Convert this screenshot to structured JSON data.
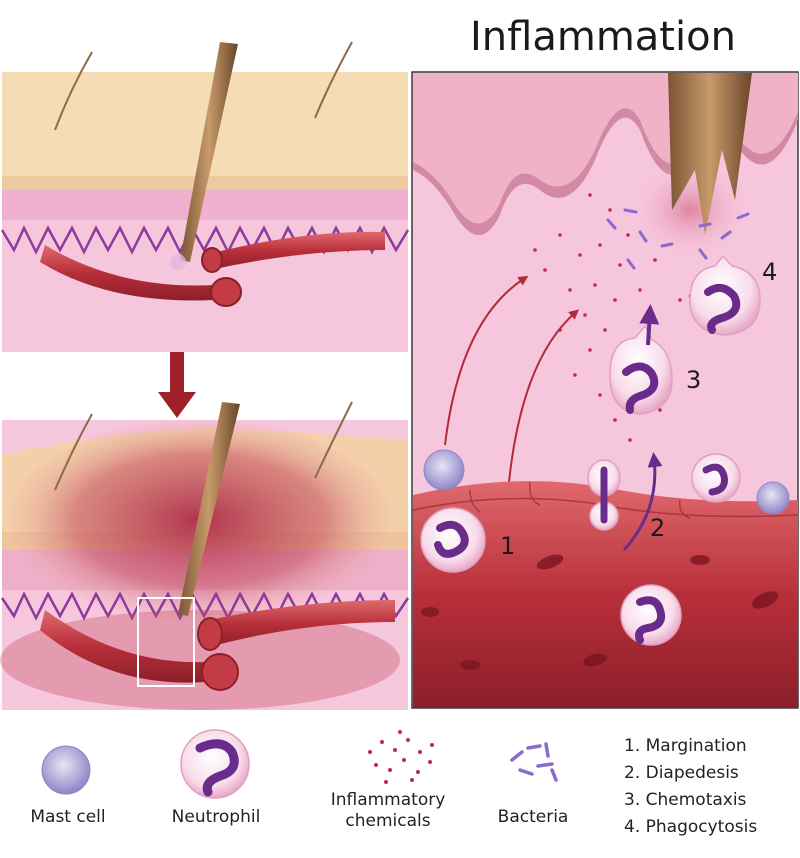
{
  "title": "Inflammation",
  "steps": {
    "n1": "1",
    "n2": "2",
    "n3": "3",
    "n4": "4"
  },
  "legend": {
    "mast_cell": "Mast cell",
    "neutrophil": "Neutrophil",
    "chemicals_line1": "Inflammatory",
    "chemicals_line2": "chemicals",
    "bacteria": "Bacteria",
    "list": [
      "1. Margination",
      "2. Diapedesis",
      "3. Chemotaxis",
      "4. Phagocytosis"
    ]
  },
  "colors": {
    "skin": "#f6dcb4",
    "dermis": "#f5c6dc",
    "vessel": "#c23b45",
    "inflamed": "#b8284a",
    "neutrophil_body": "#fbe6f0",
    "nucleus": "#6a2c8a",
    "arrow": "#8b1a1a"
  }
}
